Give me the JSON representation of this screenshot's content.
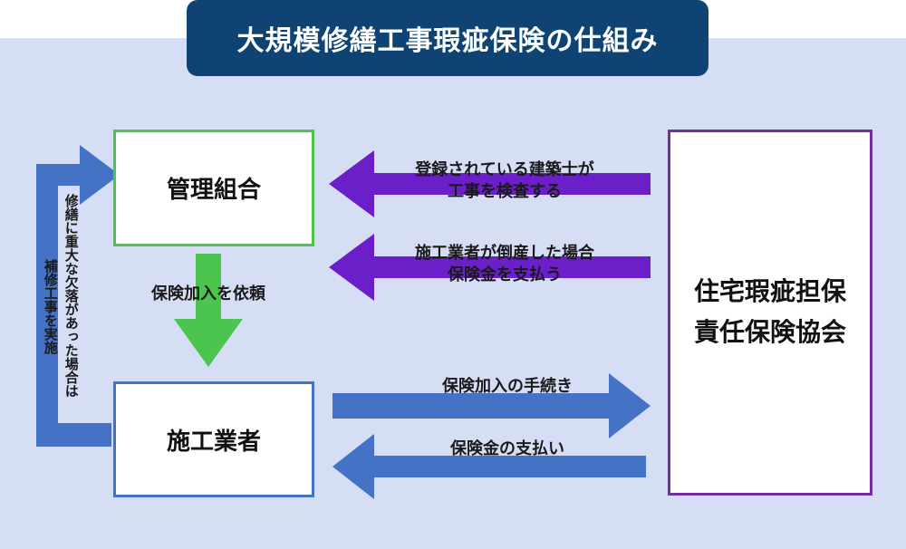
{
  "title": "大規模修繕工事瑕疵保険の仕組み",
  "nodes": {
    "kanri": "管理組合",
    "seko": "施工業者",
    "kyokai_line1": "住宅瑕疵担保",
    "kyokai_line2": "責任保険協会"
  },
  "edges": {
    "inspect_line1": "登録されている建築士が",
    "inspect_line2": "工事を検査する",
    "bankrupt_line1": "施工業者が倒産した場合",
    "bankrupt_line2": "保険金を支払う",
    "request": "保険加入を依頼",
    "procedure": "保険加入の手続き",
    "payout": "保険金の支払い",
    "loop_col1": "修繕に重大な欠落があった場合は",
    "loop_col2": "補修工事を実施"
  },
  "colors": {
    "blue": "#4472c4",
    "green": "#4cc54f",
    "purple": "#7030a0",
    "purple_arrow": "#6a1fc9",
    "title_bg": "#0f4374",
    "background": "#d6def6"
  }
}
